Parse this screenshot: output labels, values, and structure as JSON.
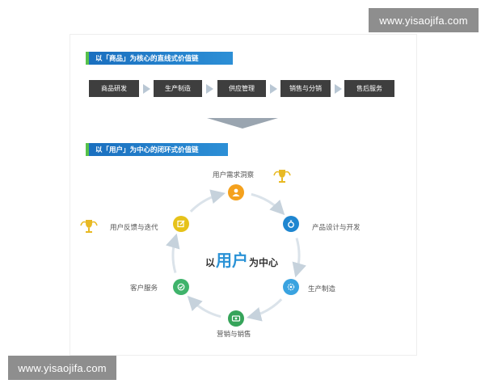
{
  "watermark": {
    "top_text": "www.yisaojifa.com",
    "bottom_text": "www.yisaojifa.com"
  },
  "linear_chain": {
    "title": "以「商品」为核心的直线式价值链",
    "steps": [
      "商品研发",
      "生产制造",
      "供应管理",
      "销售与分销",
      "售后服务"
    ]
  },
  "closed_loop": {
    "title": "以「用户」为中心的闭环式价值链",
    "center": {
      "prefix": "以",
      "highlight": "用户",
      "suffix": "为中心"
    },
    "nodes": [
      {
        "label": "用户需求洞察",
        "color": "#f4a11d",
        "icon": "user-icon"
      },
      {
        "label": "产品设计与开发",
        "color": "#1f86d0",
        "icon": "ring-icon"
      },
      {
        "label": "生产制造",
        "color": "#3aa3e0",
        "icon": "gear-icon"
      },
      {
        "label": "营销与销售",
        "color": "#36a45a",
        "icon": "money-icon"
      },
      {
        "label": "客户服务",
        "color": "#3fb36b",
        "icon": "service-icon"
      },
      {
        "label": "用户反馈与迭代",
        "color": "#e6c21a",
        "icon": "edit-icon"
      }
    ]
  },
  "colors": {
    "tab_blue": "#1a6fbf",
    "tab_green": "#57c14a",
    "step_dark": "#3e3e3e",
    "trophy_gold": "#e8b923"
  }
}
